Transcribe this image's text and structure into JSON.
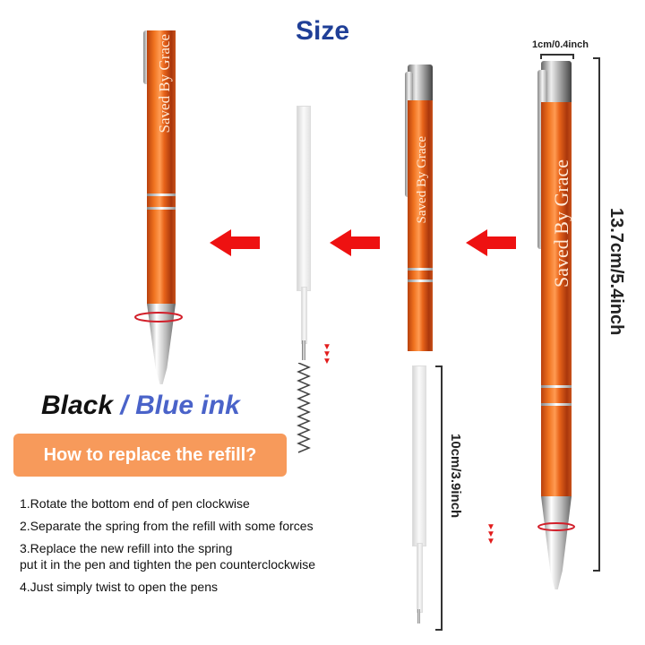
{
  "header": {
    "title": "Size"
  },
  "ink": {
    "black": "Black",
    "separator": " / ",
    "blue": "Blue ink"
  },
  "howto": {
    "label": "How to replace the refill?"
  },
  "steps": [
    "1.Rotate the bottom end of pen clockwise",
    "2.Separate the spring from the refill with some forces",
    "3.Replace the new refill into the spring",
    "put it in the pen and tighten the pen counterclockwise",
    "4.Just simply twist to open the pens"
  ],
  "pens": {
    "engraving": "Saved By Grace"
  },
  "dimensions": {
    "width": "1cm/0.4inch",
    "pen_length": "13.7cm/5.4inch",
    "refill_length": "10cm/3.9inch"
  },
  "colors": {
    "title": "#1f3f97",
    "blue_ink": "#4a63c9",
    "button": "#f79a5b",
    "arrow": "#ee1111",
    "pen": "#f0731f"
  }
}
